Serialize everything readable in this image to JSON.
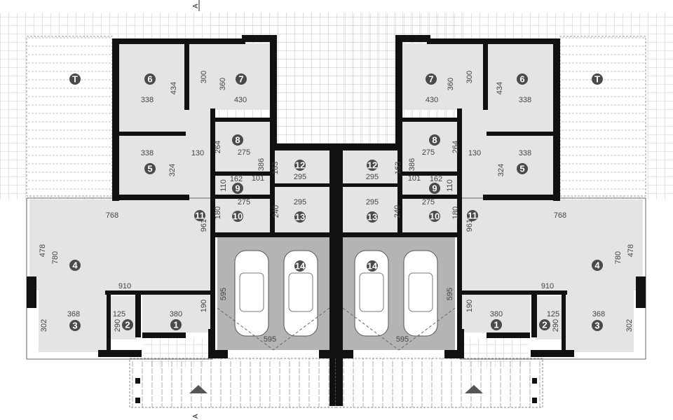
{
  "section_marker": {
    "top": "A",
    "bottom": "A"
  },
  "colors": {
    "wall": "#111111",
    "room": "#e4e4e4",
    "garage": "#b4b4b4",
    "grid": "#bdbdbd",
    "label_bg": "#4a4a4a"
  },
  "left_unit": {
    "rooms": [
      "T",
      "6",
      "7",
      "8",
      "5",
      "12",
      "9",
      "10",
      "13",
      "11",
      "4",
      "3",
      "2",
      "1",
      "14"
    ],
    "dimensions": [
      "338",
      "434",
      "300",
      "360",
      "430",
      "338",
      "130",
      "264",
      "275",
      "386",
      "163",
      "295",
      "324",
      "162",
      "101",
      "110",
      "275",
      "180",
      "295",
      "240",
      "961",
      "768",
      "478",
      "780",
      "910",
      "368",
      "125",
      "380",
      "190",
      "302",
      "290",
      "595",
      "595"
    ]
  },
  "right_unit": {
    "rooms": [
      "T",
      "6",
      "7",
      "8",
      "5",
      "12",
      "9",
      "10",
      "13",
      "11",
      "4",
      "3",
      "2",
      "1",
      "14"
    ],
    "dimensions": [
      "338",
      "434",
      "300",
      "360",
      "430",
      "338",
      "130",
      "264",
      "275",
      "386",
      "163",
      "295",
      "324",
      "162",
      "101",
      "110",
      "275",
      "180",
      "295",
      "240",
      "961",
      "768",
      "478",
      "780",
      "910",
      "368",
      "125",
      "380",
      "190",
      "302",
      "290",
      "595",
      "595"
    ]
  }
}
